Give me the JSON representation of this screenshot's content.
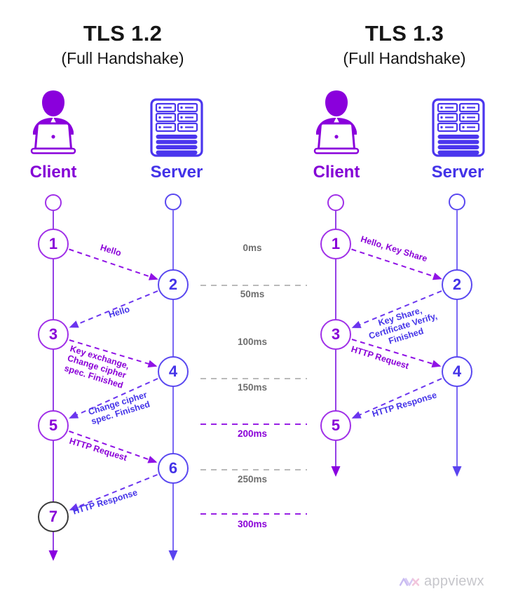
{
  "page": {
    "background": "#ffffff"
  },
  "colors": {
    "client": "#8A00DC",
    "server": "#4B36EE",
    "client_message": "#8A00D8",
    "server_message": "#4433E8",
    "timeline_text": "#6E6E6E",
    "timeline_line": "#A3A3A3",
    "timeline_highlight": "#8A00E0",
    "final_node_border": "#3A3A3A",
    "title_text": "#161616",
    "watermark_text": "#C6C6CB"
  },
  "icons": {
    "client": "person-at-laptop-icon",
    "server": "server-rack-icon",
    "lifeline_end": "arrow-down-icon",
    "brand": "appviewx-logo-icon"
  },
  "diagrams": [
    {
      "title": "TLS 1.2",
      "subtitle": "(Full Handshake)",
      "client_label": "Client",
      "server_label": "Server",
      "nodes": [
        "1",
        "2",
        "3",
        "4",
        "5",
        "6",
        "7"
      ],
      "messages": [
        {
          "direction": "client-to-server",
          "lines": [
            "Hello"
          ]
        },
        {
          "direction": "server-to-client",
          "lines": [
            "Hello"
          ]
        },
        {
          "direction": "client-to-server",
          "lines": [
            "Key exchange,",
            "Change cipher",
            "spec. Finished"
          ]
        },
        {
          "direction": "server-to-client",
          "lines": [
            "Change cipher",
            "spec. Finished"
          ]
        },
        {
          "direction": "client-to-server",
          "lines": [
            "HTTP Request"
          ]
        },
        {
          "direction": "server-to-client",
          "lines": [
            "HTTP Response"
          ]
        }
      ]
    },
    {
      "title": "TLS 1.3",
      "subtitle": "(Full Handshake)",
      "client_label": "Client",
      "server_label": "Server",
      "nodes": [
        "1",
        "2",
        "3",
        "4",
        "5"
      ],
      "messages": [
        {
          "direction": "client-to-server",
          "lines": [
            "Hello, Key Share"
          ]
        },
        {
          "direction": "server-to-client",
          "lines": [
            "Key Share,",
            "Certificate Verify,",
            "Finished"
          ]
        },
        {
          "direction": "client-to-server",
          "lines": [
            "HTTP Request"
          ]
        },
        {
          "direction": "server-to-client",
          "lines": [
            "HTTP Response"
          ]
        }
      ]
    }
  ],
  "timeline": {
    "markers": [
      {
        "label": "0ms",
        "highlight": false,
        "has_line": false
      },
      {
        "label": "50ms",
        "highlight": false,
        "has_line": true
      },
      {
        "label": "100ms",
        "highlight": false,
        "has_line": false
      },
      {
        "label": "150ms",
        "highlight": false,
        "has_line": true
      },
      {
        "label": "200ms",
        "highlight": true,
        "has_line": true
      },
      {
        "label": "250ms",
        "highlight": false,
        "has_line": true
      },
      {
        "label": "300ms",
        "highlight": true,
        "has_line": true
      }
    ]
  },
  "watermark": {
    "brand": "appviewx"
  }
}
